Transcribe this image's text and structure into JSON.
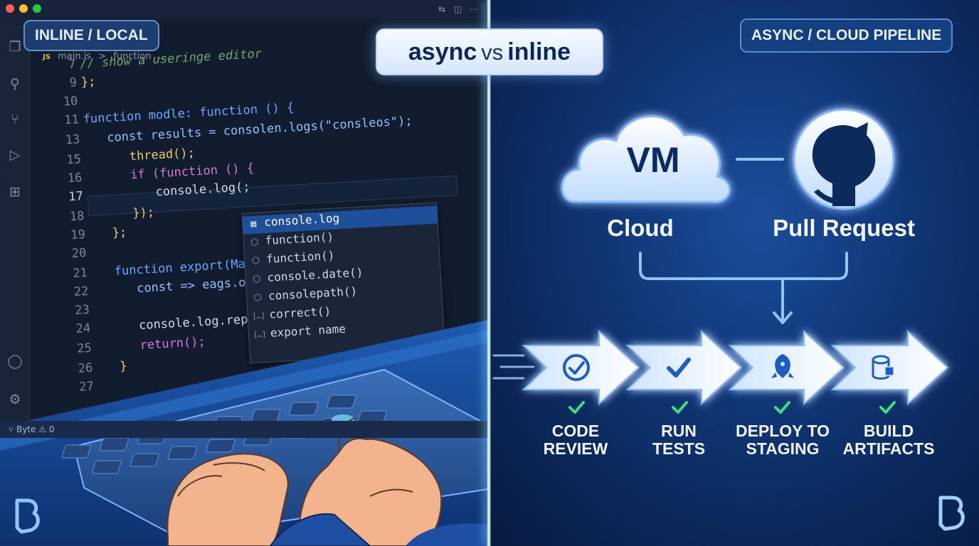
{
  "title": {
    "left_word": "async",
    "vs": "vs",
    "right_word": "inline"
  },
  "left_panel": {
    "badge": "INLINE / LOCAL",
    "tab": {
      "lang": "JS",
      "file": "main.js",
      "crumb_sep": ">",
      "crumb": "function",
      "ellipsis": "..."
    },
    "lines": [
      {
        "n": "7",
        "code": "// show a useringe editor"
      },
      {
        "n": "9",
        "code": "};"
      },
      {
        "n": "10",
        "code": ""
      },
      {
        "n": "11",
        "code": "function modle: function () {"
      },
      {
        "n": "13",
        "code": "const results = consolen.logs(\"consleos\");"
      },
      {
        "n": "15",
        "code": "thread();"
      },
      {
        "n": "16",
        "code": "if (function () {"
      },
      {
        "n": "17",
        "code": "console.log(;"
      },
      {
        "n": "18",
        "code": "});"
      },
      {
        "n": "19",
        "code": "};"
      },
      {
        "n": "20",
        "code": ""
      },
      {
        "n": "21",
        "code": "function export(Mart"
      },
      {
        "n": "22",
        "code": "const => eags.out"
      },
      {
        "n": "23",
        "code": ""
      },
      {
        "n": "24",
        "code": "console.log.replt"
      },
      {
        "n": "25",
        "code": "return();"
      },
      {
        "n": "26",
        "code": "}"
      },
      {
        "n": "27",
        "code": ""
      }
    ],
    "suggestions": [
      {
        "label": "console.log",
        "icon": "method-icon",
        "selected": true
      },
      {
        "label": "function()",
        "icon": "cube-icon"
      },
      {
        "label": "function()",
        "icon": "cube-icon"
      },
      {
        "label": "console.date()",
        "icon": "cube-icon"
      },
      {
        "label": "consolepath()",
        "icon": "cube-icon"
      },
      {
        "label": "correct()",
        "icon": "snippet-icon"
      },
      {
        "label": "export name",
        "icon": "snippet-icon"
      }
    ],
    "status": {
      "branch": "Byte",
      "warnings": "0"
    }
  },
  "right_panel": {
    "badge": "ASYNC / CLOUD PIPELINE",
    "cloud": {
      "inner": "VM",
      "label": "Cloud"
    },
    "github": {
      "label": "Pull Request"
    },
    "steps": [
      {
        "label_1": "CODE",
        "label_2": "REVIEW",
        "icon": "check-circle-icon"
      },
      {
        "label_1": "RUN",
        "label_2": "TESTS",
        "icon": "check-icon"
      },
      {
        "label_1": "DEPLOY TO",
        "label_2": "STAGING",
        "icon": "rocket-icon"
      },
      {
        "label_1": "BUILD",
        "label_2": "ARTIFACTS",
        "icon": "database-icon"
      }
    ]
  },
  "colors": {
    "left_bg": "#101a2b",
    "right_bg": "#103676",
    "accent": "#5fc0ff",
    "check_green": "#3ee07a",
    "title_text": "#0b2759"
  }
}
